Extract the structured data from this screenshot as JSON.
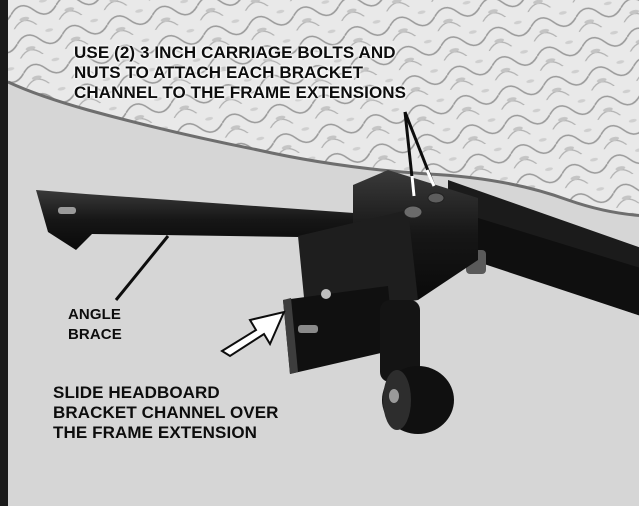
{
  "figure": {
    "callouts": {
      "bolts": {
        "lines": [
          "USE (2) 3 INCH CARRIAGE BOLTS AND",
          "NUTS TO ATTACH EACH BRACKET",
          "CHANNEL TO THE FRAME EXTENSIONS"
        ]
      },
      "brace": {
        "lines": [
          "ANGLE",
          "BRACE"
        ]
      },
      "slide": {
        "lines": [
          "SLIDE HEADBOARD",
          "BRACKET CHANNEL OVER",
          "THE FRAME EXTENSION"
        ]
      }
    },
    "colors": {
      "background": "#d6d6d6",
      "metal": "#141414",
      "mattress": "#e6e6e6",
      "text": "#0d0d0d"
    },
    "icons": [
      "quilted-mattress",
      "bed-frame-photo",
      "caster-wheel-icon",
      "outline-arrow-icon",
      "leader-line"
    ]
  }
}
